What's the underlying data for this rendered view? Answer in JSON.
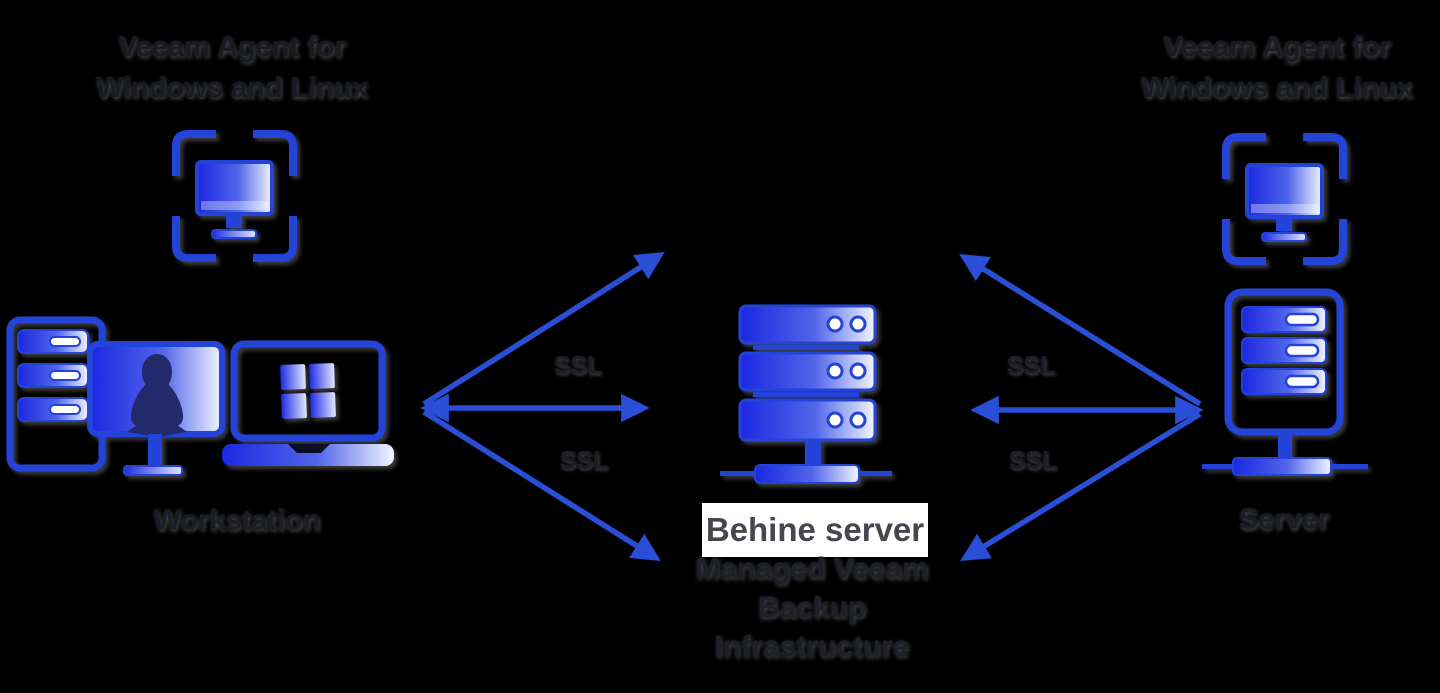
{
  "colors": {
    "background": "#000000",
    "accent_blue": "#2343d9",
    "arrow_blue": "#2b4ed6",
    "gradient_start": "#1b27e0",
    "gradient_end": "#f2f5ff",
    "text_dark": "#1b1d26",
    "highlight_bg": "#ffffff",
    "highlight_text": "#45464f"
  },
  "left_group": {
    "title_line1": "Veeam Agent for",
    "title_line2": "Windows and Linux",
    "label": "Workstation",
    "icons": [
      "agent-frame-monitor-icon",
      "server-tower-icon",
      "linux-tux-monitor-icon",
      "windows-laptop-icon"
    ]
  },
  "right_group": {
    "title_line1": "Veeam Agent for",
    "title_line2": "Windows and Linux",
    "label": "Server",
    "icons": [
      "agent-frame-monitor-icon",
      "server-tower-rack-icon"
    ]
  },
  "center": {
    "highlight_label": "Behine server",
    "caption_line1": "Managed Veeam",
    "caption_line2": "Backup",
    "caption_line3": "Infrastructure",
    "icon": "server-stack-icon"
  },
  "connections": {
    "left_top": "SSL",
    "left_bottom": "SSL",
    "right_top": "SSL",
    "right_bottom": "SSL"
  }
}
